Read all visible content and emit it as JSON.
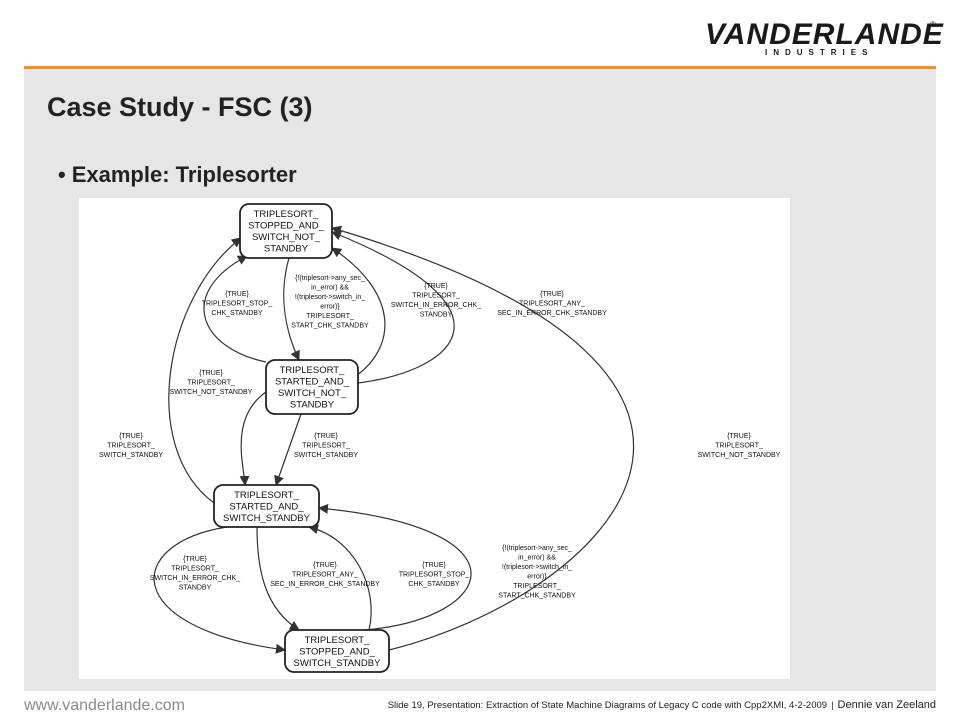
{
  "logo": {
    "wordmark": "VANDERLANDE",
    "subline": "INDUSTRIES",
    "reg": "®"
  },
  "slide": {
    "title": "Case Study - FSC (3)",
    "bullet": "Example: Triplesorter"
  },
  "diagram": {
    "states": [
      {
        "id": "s1",
        "lines": [
          "TRIPLESORT_",
          "STOPPED_AND_",
          "SWITCH_NOT_",
          "STANDBY"
        ]
      },
      {
        "id": "s2",
        "lines": [
          "TRIPLESORT_",
          "STARTED_AND_",
          "SWITCH_NOT_",
          "STANDBY"
        ]
      },
      {
        "id": "s3",
        "lines": [
          "TRIPLESORT_",
          "STARTED_AND_",
          "SWITCH_STANDBY"
        ]
      },
      {
        "id": "s4",
        "lines": [
          "TRIPLESORT_",
          "STOPPED_AND_",
          "SWITCH_STANDBY"
        ]
      }
    ],
    "transitions": [
      {
        "id": "t1",
        "lines": [
          "{TRUE}",
          "TRIPLESORT_STOP_",
          "CHK_STANDBY"
        ]
      },
      {
        "id": "t2",
        "lines": [
          "{!(triplesort->any_sec_",
          "in_error) &&",
          "!(triplesort->switch_in_",
          "error)}",
          "TRIPLESORT_",
          "START_CHK_STANDBY"
        ]
      },
      {
        "id": "t3",
        "lines": [
          "{TRUE}",
          "TRIPLESORT_",
          "SWITCH_IN_ERROR_CHK_",
          "STANDBY"
        ]
      },
      {
        "id": "t4",
        "lines": [
          "{TRUE}",
          "TRIPLESORT_ANY_",
          "SEC_IN_ERROR_CHK_STANDBY"
        ]
      },
      {
        "id": "t5",
        "lines": [
          "{TRUE}",
          "TRIPLESORT_",
          "SWITCH_NOT_STANDBY"
        ]
      },
      {
        "id": "t6",
        "lines": [
          "{TRUE}",
          "TRIPLESORT_",
          "SWITCH_STANDBY"
        ]
      },
      {
        "id": "t7",
        "lines": [
          "{TRUE}",
          "TRIPLESORT_",
          "SWITCH_STANDBY"
        ]
      },
      {
        "id": "t8",
        "lines": [
          "{TRUE}",
          "TRIPLESORT_",
          "SWITCH_NOT_STANDBY"
        ]
      },
      {
        "id": "t9",
        "lines": [
          "{TRUE}",
          "TRIPLESORT_",
          "SWITCH_IN_ERROR_CHK_",
          "STANDBY"
        ]
      },
      {
        "id": "t10",
        "lines": [
          "{TRUE}",
          "TRIPLESORT_ANY_",
          "SEC_IN_ERROR_CHK_STANDBY"
        ]
      },
      {
        "id": "t11",
        "lines": [
          "{TRUE}",
          "TRIPLESORT_STOP_",
          "CHK_STANDBY"
        ]
      },
      {
        "id": "t12",
        "lines": [
          "{!(triplesort->any_sec_",
          "in_error) &&",
          "!(triplesort->switch_in_",
          "error)}",
          "TRIPLESORT_",
          "START_CHK_STANDBY"
        ]
      }
    ]
  },
  "footer": {
    "url": "www.vanderlande.com",
    "info": "Slide 19, Presentation: Extraction of State Machine Diagrams of Legacy C code with Cpp2XMI, 4-2-2009",
    "separator": "|",
    "author": "Dennie van Zeeland"
  }
}
